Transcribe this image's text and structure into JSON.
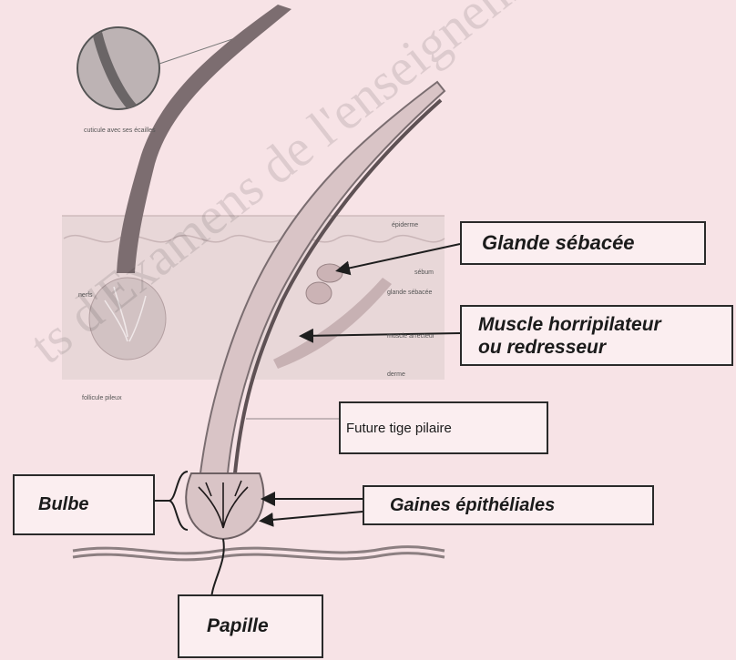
{
  "labels": {
    "glande": "Glande sébacée",
    "muscle_line1": "Muscle horripilateur",
    "muscle_line2": "ou redresseur",
    "future": "Future tige pilaire",
    "bulbe": "Bulbe",
    "gaines": "Gaines épithéliales",
    "papille": "Papille"
  },
  "small_labels": {
    "cuticule": "cuticule avec ses écailles",
    "epiderme": "épiderme",
    "nerfs": "nerfs",
    "sebum": "sébum",
    "glande_sebacee": "glande sébacée",
    "muscle": "muscle arrecteur",
    "derme": "derme",
    "follicule": "follicule pileux"
  },
  "watermark": "ts d'Examens de l'enseignement n",
  "colors": {
    "background": "#f7e3e6",
    "box_border": "#2a2a2a",
    "hair": "#6e5f62",
    "skin": "#d9c8c9"
  }
}
